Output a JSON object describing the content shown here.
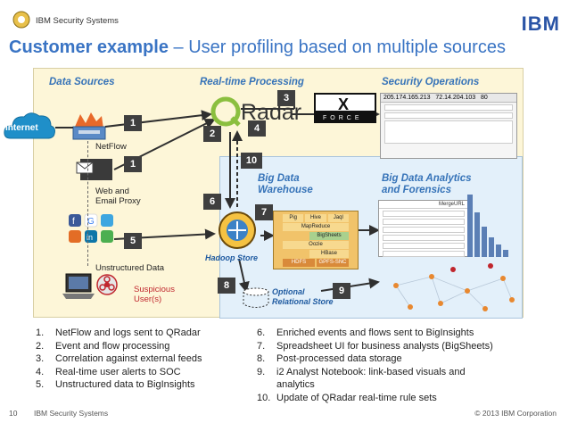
{
  "header": {
    "company": "IBM Security Systems",
    "logo_text": "IBM"
  },
  "title": {
    "bold": "Customer example",
    "rest": " – User profiling based on multiple sources"
  },
  "sections": {
    "data_sources": "Data Sources",
    "realtime": "Real-time Processing",
    "secops": "Security Operations",
    "bigdata_warehouse": [
      "Big Data",
      "Warehouse"
    ],
    "bigdata_analytics": [
      "Big Data Analytics",
      "and Forensics"
    ]
  },
  "labels": {
    "internet": "Internet",
    "netflow": "NetFlow",
    "web_email": [
      "Web and",
      "Email Proxy"
    ],
    "unstructured": "Unstructured Data",
    "suspicious": [
      "Suspicious",
      "User(s)"
    ],
    "hadoop": "Hadoop Store",
    "optional": [
      "Optional",
      "Relational Store"
    ],
    "qradar": "Radar",
    "ip1": "205.174.165.213",
    "ip2": "72.14.204.103",
    "port": "80",
    "mergeurl": "MergeURL",
    "stack": [
      "Pig",
      "Hive",
      "Jaql",
      "MapReduce",
      "BigSheets",
      "Oozie",
      "HBase",
      "HDFS",
      "GPFS-SNC"
    ]
  },
  "badges": [
    "1",
    "1",
    "2",
    "3",
    "4",
    "5",
    "6",
    "7",
    "8",
    "9",
    "10"
  ],
  "steps_left": [
    {
      "n": "1.",
      "text": "NetFlow and logs sent to QRadar"
    },
    {
      "n": "2.",
      "text": "Event and flow processing"
    },
    {
      "n": "3.",
      "text": "Correlation against external feeds"
    },
    {
      "n": "4.",
      "text": "Real-time user alerts to SOC"
    },
    {
      "n": "5.",
      "text": "Unstructured data to BigInsights"
    }
  ],
  "steps_right": [
    {
      "n": "6.",
      "text": "Enriched events and flows sent to BigInsights"
    },
    {
      "n": "7.",
      "text": "Spreadsheet UI for business analysts (BigSheets)"
    },
    {
      "n": "8.",
      "text": "Post-processed data storage"
    },
    {
      "n": "9.",
      "text": "i2 Analyst Notebook: link-based visuals and"
    },
    {
      "n": "",
      "text": "analytics"
    },
    {
      "n": "10.",
      "text": "Update of QRadar real-time rule sets"
    }
  ],
  "footer": {
    "page": "10",
    "company": "IBM Security Systems",
    "copyright": "© 2013 IBM Corporation"
  },
  "colors": {
    "title_blue": "#3a74c4",
    "card": "#fdf6d8",
    "bigbox": "#e3f0fa",
    "badge": "#3f3f3f"
  }
}
